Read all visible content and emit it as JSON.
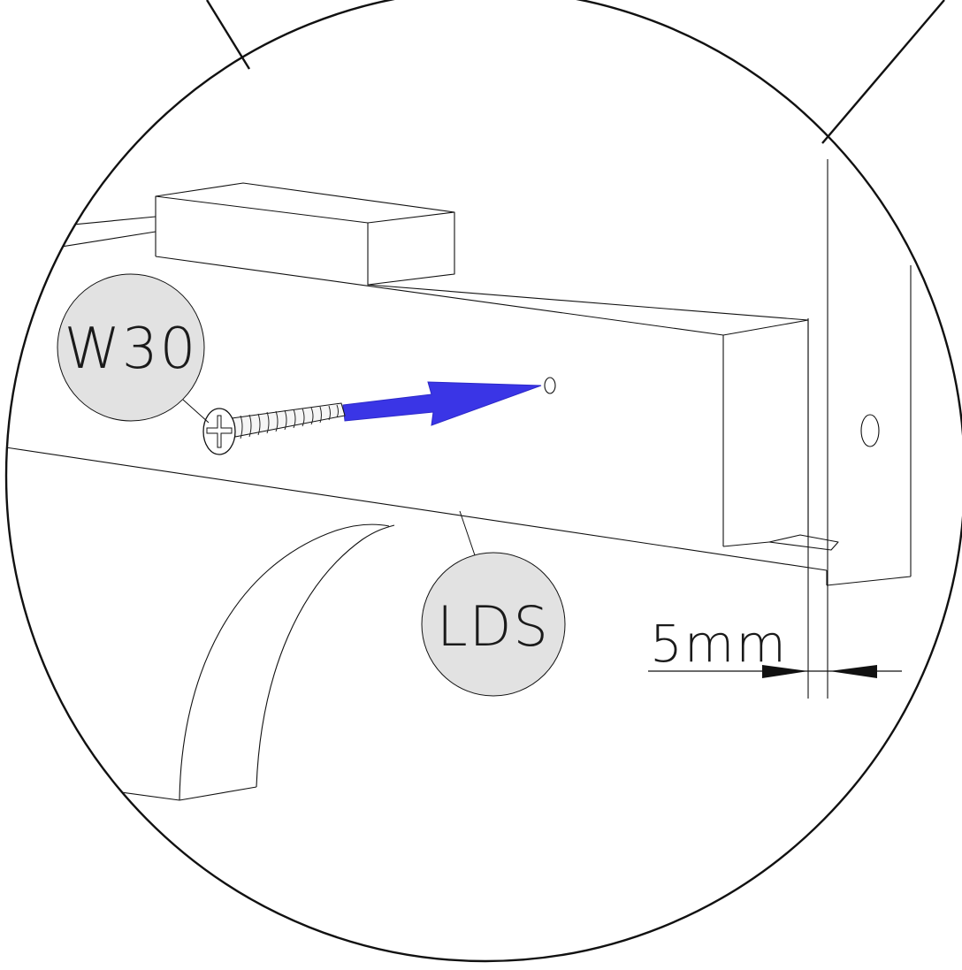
{
  "callouts": {
    "screw_label": "W30",
    "board_label": "LDS",
    "gap_label": "5mm"
  },
  "colors": {
    "line": "#111111",
    "arrow": "#3a35e6",
    "badge_fill": "#e2e2e2"
  },
  "icons": {
    "screw": "screw-icon",
    "direction_arrow": "insert-direction-arrow",
    "dimension_arrows": "dimension-arrow-icon"
  }
}
